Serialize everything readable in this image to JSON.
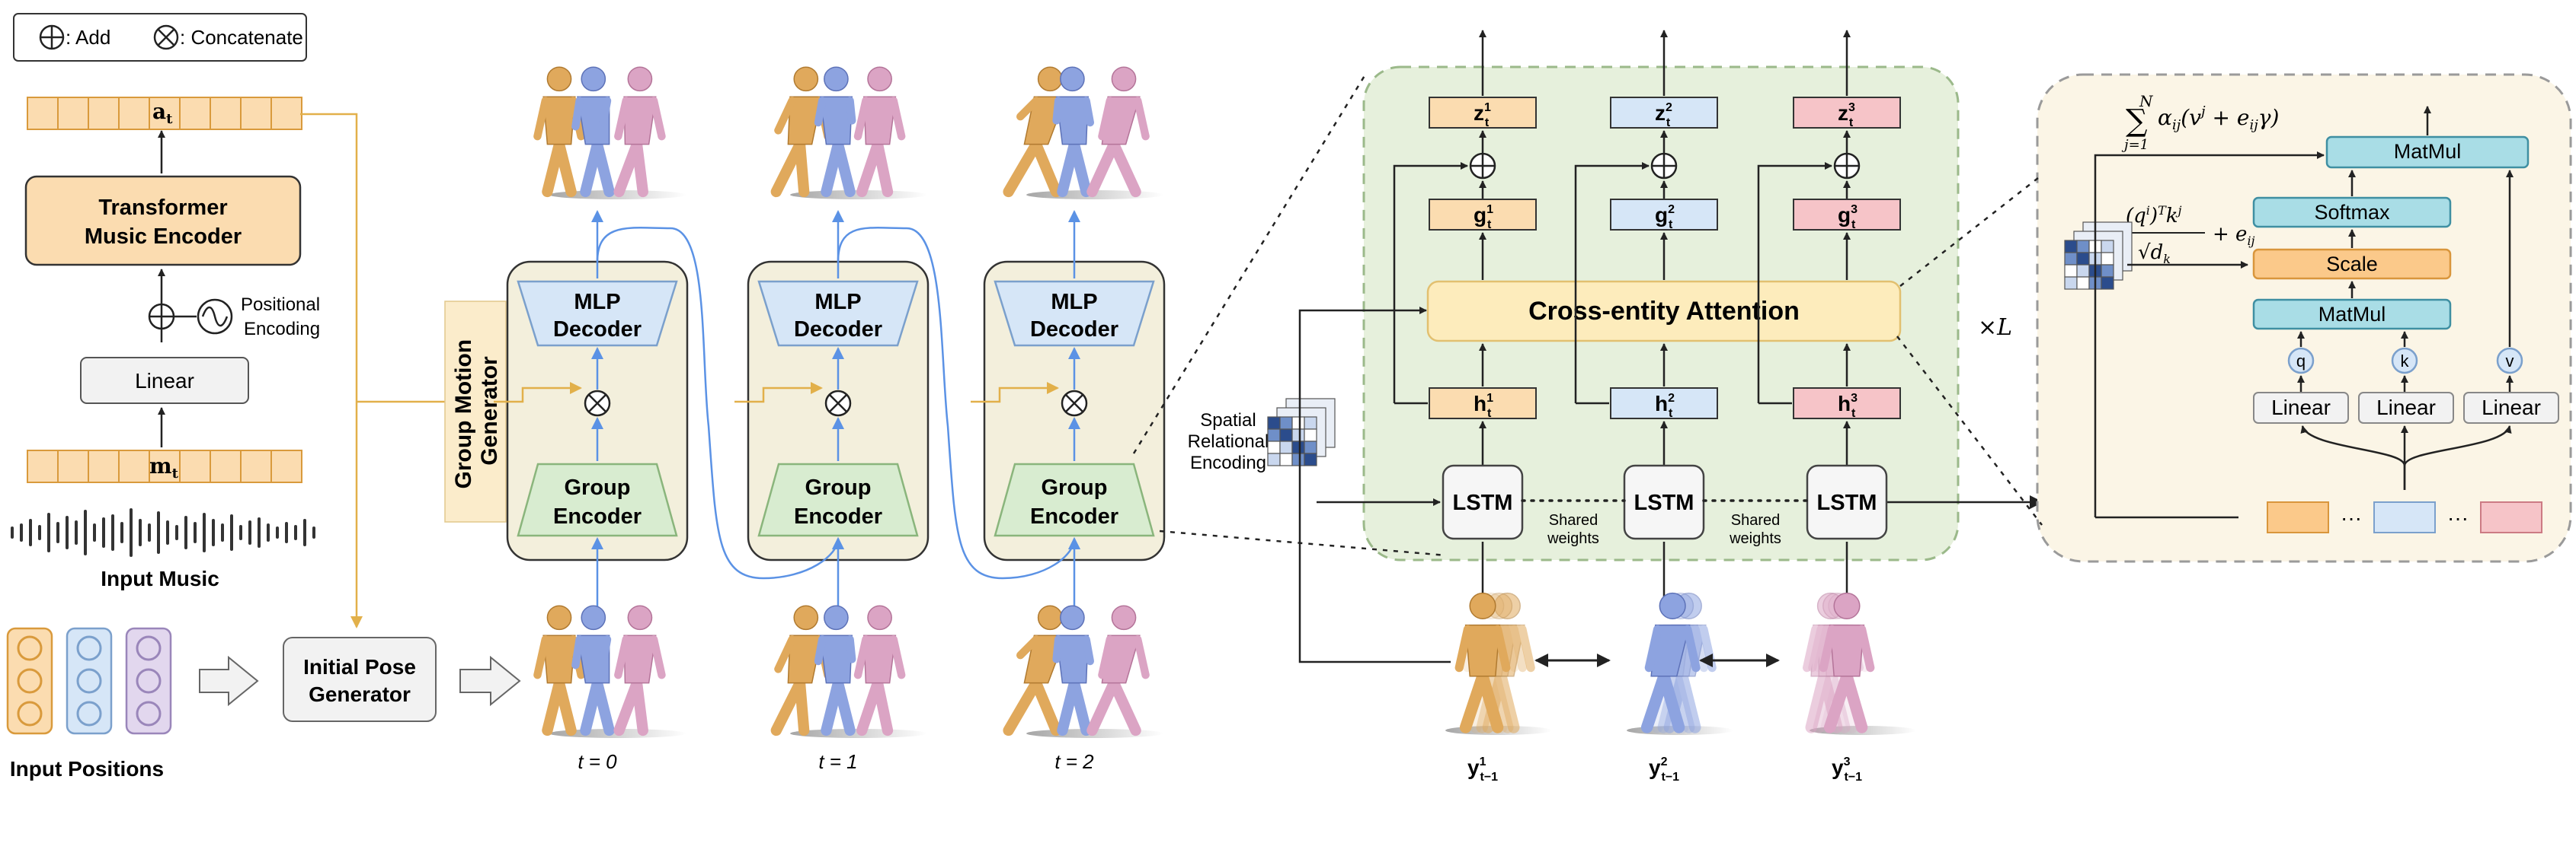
{
  "legend": {
    "add": ": Add",
    "concat": ": Concatenate"
  },
  "left": {
    "a_label": "a",
    "a_sub": "t",
    "transformer": [
      "Transformer",
      "Music Encoder"
    ],
    "pos_enc": [
      "Positional",
      "Encoding"
    ],
    "linear": "Linear",
    "m_label": "m",
    "m_sub": "t",
    "input_music": "Input Music",
    "input_positions": "Input Positions",
    "initial_pose": [
      "Initial Pose",
      "Generator"
    ]
  },
  "generator": {
    "title": [
      "Group Motion",
      "Generator"
    ],
    "mlp": [
      "MLP",
      "Decoder"
    ],
    "group_enc": [
      "Group",
      "Encoder"
    ],
    "time_labels": [
      "t = 0",
      "t = 1",
      "t = 2"
    ]
  },
  "attention": {
    "spatial": [
      "Spatial",
      "Relational",
      "Encoding"
    ],
    "cross": "Cross-entity Attention",
    "lstm": "LSTM",
    "shared": [
      "Shared",
      "weights"
    ],
    "times_l": "×L",
    "z": "z",
    "g": "g",
    "h": "h",
    "sub_t": "t",
    "y": "y",
    "sub_y": "t−1",
    "sup": [
      "1",
      "2",
      "3"
    ]
  },
  "detail": {
    "formula_sum": "α",
    "formula_text": "Σ αij(v^j + eij γ)",
    "sum_top": "N",
    "sum_bottom": "j=1",
    "frac_num": "(q^i)^T k^j",
    "frac_den": "√d_k",
    "frac_plus": "+ e_ij",
    "matmul": "MatMul",
    "softmax": "Softmax",
    "scale": "Scale",
    "q": "q",
    "k": "k",
    "v": "v",
    "linear": "Linear",
    "ellipsis": "···"
  },
  "colors": {
    "orange_fill": "#fbdcb0",
    "orange_stroke": "#d99a3c",
    "blue_fill": "#d6e6f7",
    "blue_stroke": "#7ba0cc",
    "pink_fill": "#f6c4c8",
    "pink_stroke": "#cc7b84",
    "cyan_fill": "#a9dde6",
    "cyan_stroke": "#4c9aab",
    "green_fill": "#d8ecd0",
    "green_stroke": "#8ab57c",
    "panel_green": "#e6f0dc",
    "panel_yellow": "#fbf5e6",
    "gold_line": "#e2b04a",
    "blue_line": "#5b92e5"
  }
}
